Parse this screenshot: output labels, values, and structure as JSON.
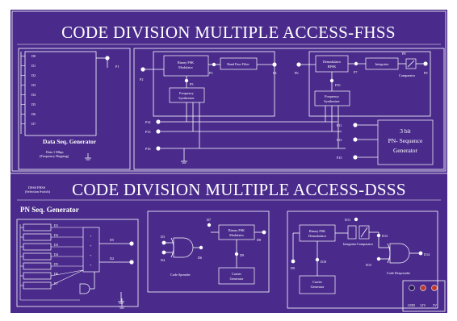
{
  "fhss": {
    "title": "CODE DIVISION MULTIPLE ACCESS-FHSS",
    "data_seq": {
      "label": "Data Seq. Generator",
      "bits": [
        "D0",
        "D1",
        "D2",
        "D3",
        "D4",
        "D5",
        "D6",
        "D7"
      ],
      "output": "P1",
      "note_line1": "Data 1 Mbps",
      "note_line2": "(Frequency Hopping)"
    },
    "tx": {
      "bpsk_mod": [
        "Binary PSK",
        "Modulator"
      ],
      "bpf": "Band Pass Filter",
      "freq_synth": [
        "Frequency",
        "Synthesizer"
      ],
      "p2": "P2",
      "p3": "P3",
      "p4": "P4",
      "p5": "P5"
    },
    "rx": {
      "demod": [
        "Demodulator",
        "BPSK"
      ],
      "integrator": "Integrator",
      "comparator": "Comparator",
      "freq_synth": [
        "Frequency",
        "Synthesizer"
      ],
      "p6": "P6",
      "p7": "P7",
      "p8": "P8",
      "p9": "P9",
      "p10": "P10"
    },
    "bus": [
      "P14",
      "P13",
      "P16"
    ],
    "bus_right": [
      "P11",
      "P12",
      "P15"
    ],
    "pn_gen": [
      "3 bit",
      "PN- Sequence",
      "Generator"
    ]
  },
  "dsss": {
    "title": "CODE DIVISION MULTIPLE ACCESS-DSSS",
    "note_line1": "DSSS FHSS",
    "note_line2": "(Selection Switch)",
    "pn_gen": {
      "label": "PN Seq. Generator",
      "taps": [
        "D1",
        "D2",
        "D3",
        "D4",
        "D5",
        "D6",
        "D7"
      ],
      "outputs": [
        "D5",
        "D2"
      ]
    },
    "spreader": {
      "label": "Code Spreader",
      "bpsk_mod": [
        "Binary PSK",
        "Modulator"
      ],
      "carrier": [
        "Carrier",
        "Generator"
      ],
      "pins": [
        "D3",
        "D4",
        "D6",
        "D7",
        "D8",
        "D9"
      ]
    },
    "despreader": {
      "label": "Code Despreader",
      "demod": [
        "Binary PSK",
        "Demodulator"
      ],
      "carrier": [
        "Carrier",
        "Generator"
      ],
      "integrator": "Integrator",
      "comparator": "Comparator",
      "pins": [
        "D10",
        "D11",
        "D12",
        "D13",
        "D14",
        "D9"
      ]
    },
    "power": [
      "GND",
      "12V",
      "5V"
    ]
  }
}
